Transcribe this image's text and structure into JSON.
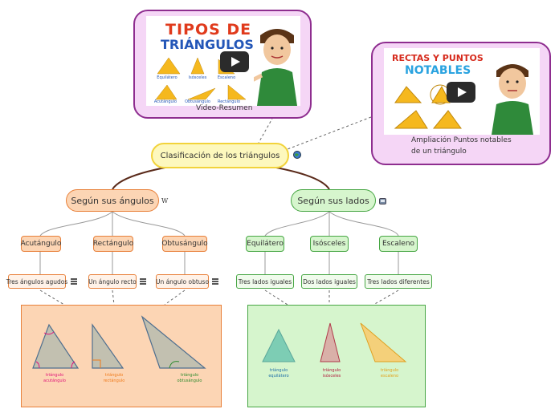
{
  "central": {
    "label": "Clasificación de los triángulos"
  },
  "videos": {
    "left": {
      "title_line1": "TIPOS DE",
      "title_line2": "TRIÁNGULOS",
      "caption": "Video-Resumen",
      "thumb_labels": [
        "Equilátero",
        "Isósceles",
        "Escaleno",
        "Acutángulo",
        "Obtusángulo",
        "Rectángulo"
      ]
    },
    "right": {
      "title_line1": "RECTAS Y PUNTOS",
      "title_line2": "NOTABLES",
      "caption_line1": "Ampliación Puntos notables",
      "caption_line2": "de un triángulo"
    }
  },
  "branches": {
    "angles": {
      "label": "Según sus ángulos",
      "icon_glyph": "W",
      "types": [
        {
          "name": "Acutángulo",
          "desc": "Tres ángulos agudos"
        },
        {
          "name": "Rectángulo",
          "desc": "Un ángulo recto"
        },
        {
          "name": "Obtusángulo",
          "desc": "Un ángulo obtuso"
        }
      ],
      "figure_labels": [
        {
          "line1": "triángulo",
          "line2": "acutángulo",
          "color": "#e0147a"
        },
        {
          "line1": "triángulo",
          "line2": "rectángulo",
          "color": "#f07a1a"
        },
        {
          "line1": "triángulo",
          "line2": "obtusángulo",
          "color": "#2e8b2e"
        }
      ]
    },
    "sides": {
      "label": "Según sus lados",
      "types": [
        {
          "name": "Equilátero",
          "desc": "Tres lados iguales"
        },
        {
          "name": "Isósceles",
          "desc": "Dos lados iguales"
        },
        {
          "name": "Escaleno",
          "desc": "Tres lados diferentes"
        }
      ],
      "figure_labels": [
        {
          "line1": "triángulo",
          "line2": "equilátero",
          "color": "#1f6fa8"
        },
        {
          "line1": "triángulo",
          "line2": "isósceles",
          "color": "#b01c3c"
        },
        {
          "line1": "triángulo",
          "line2": "escaleno",
          "color": "#e2a21a"
        }
      ]
    }
  },
  "colors": {
    "orange": "#e8803a",
    "green": "#47a644",
    "purple": "#8e2d8f",
    "yellow": "#f2d33b"
  }
}
